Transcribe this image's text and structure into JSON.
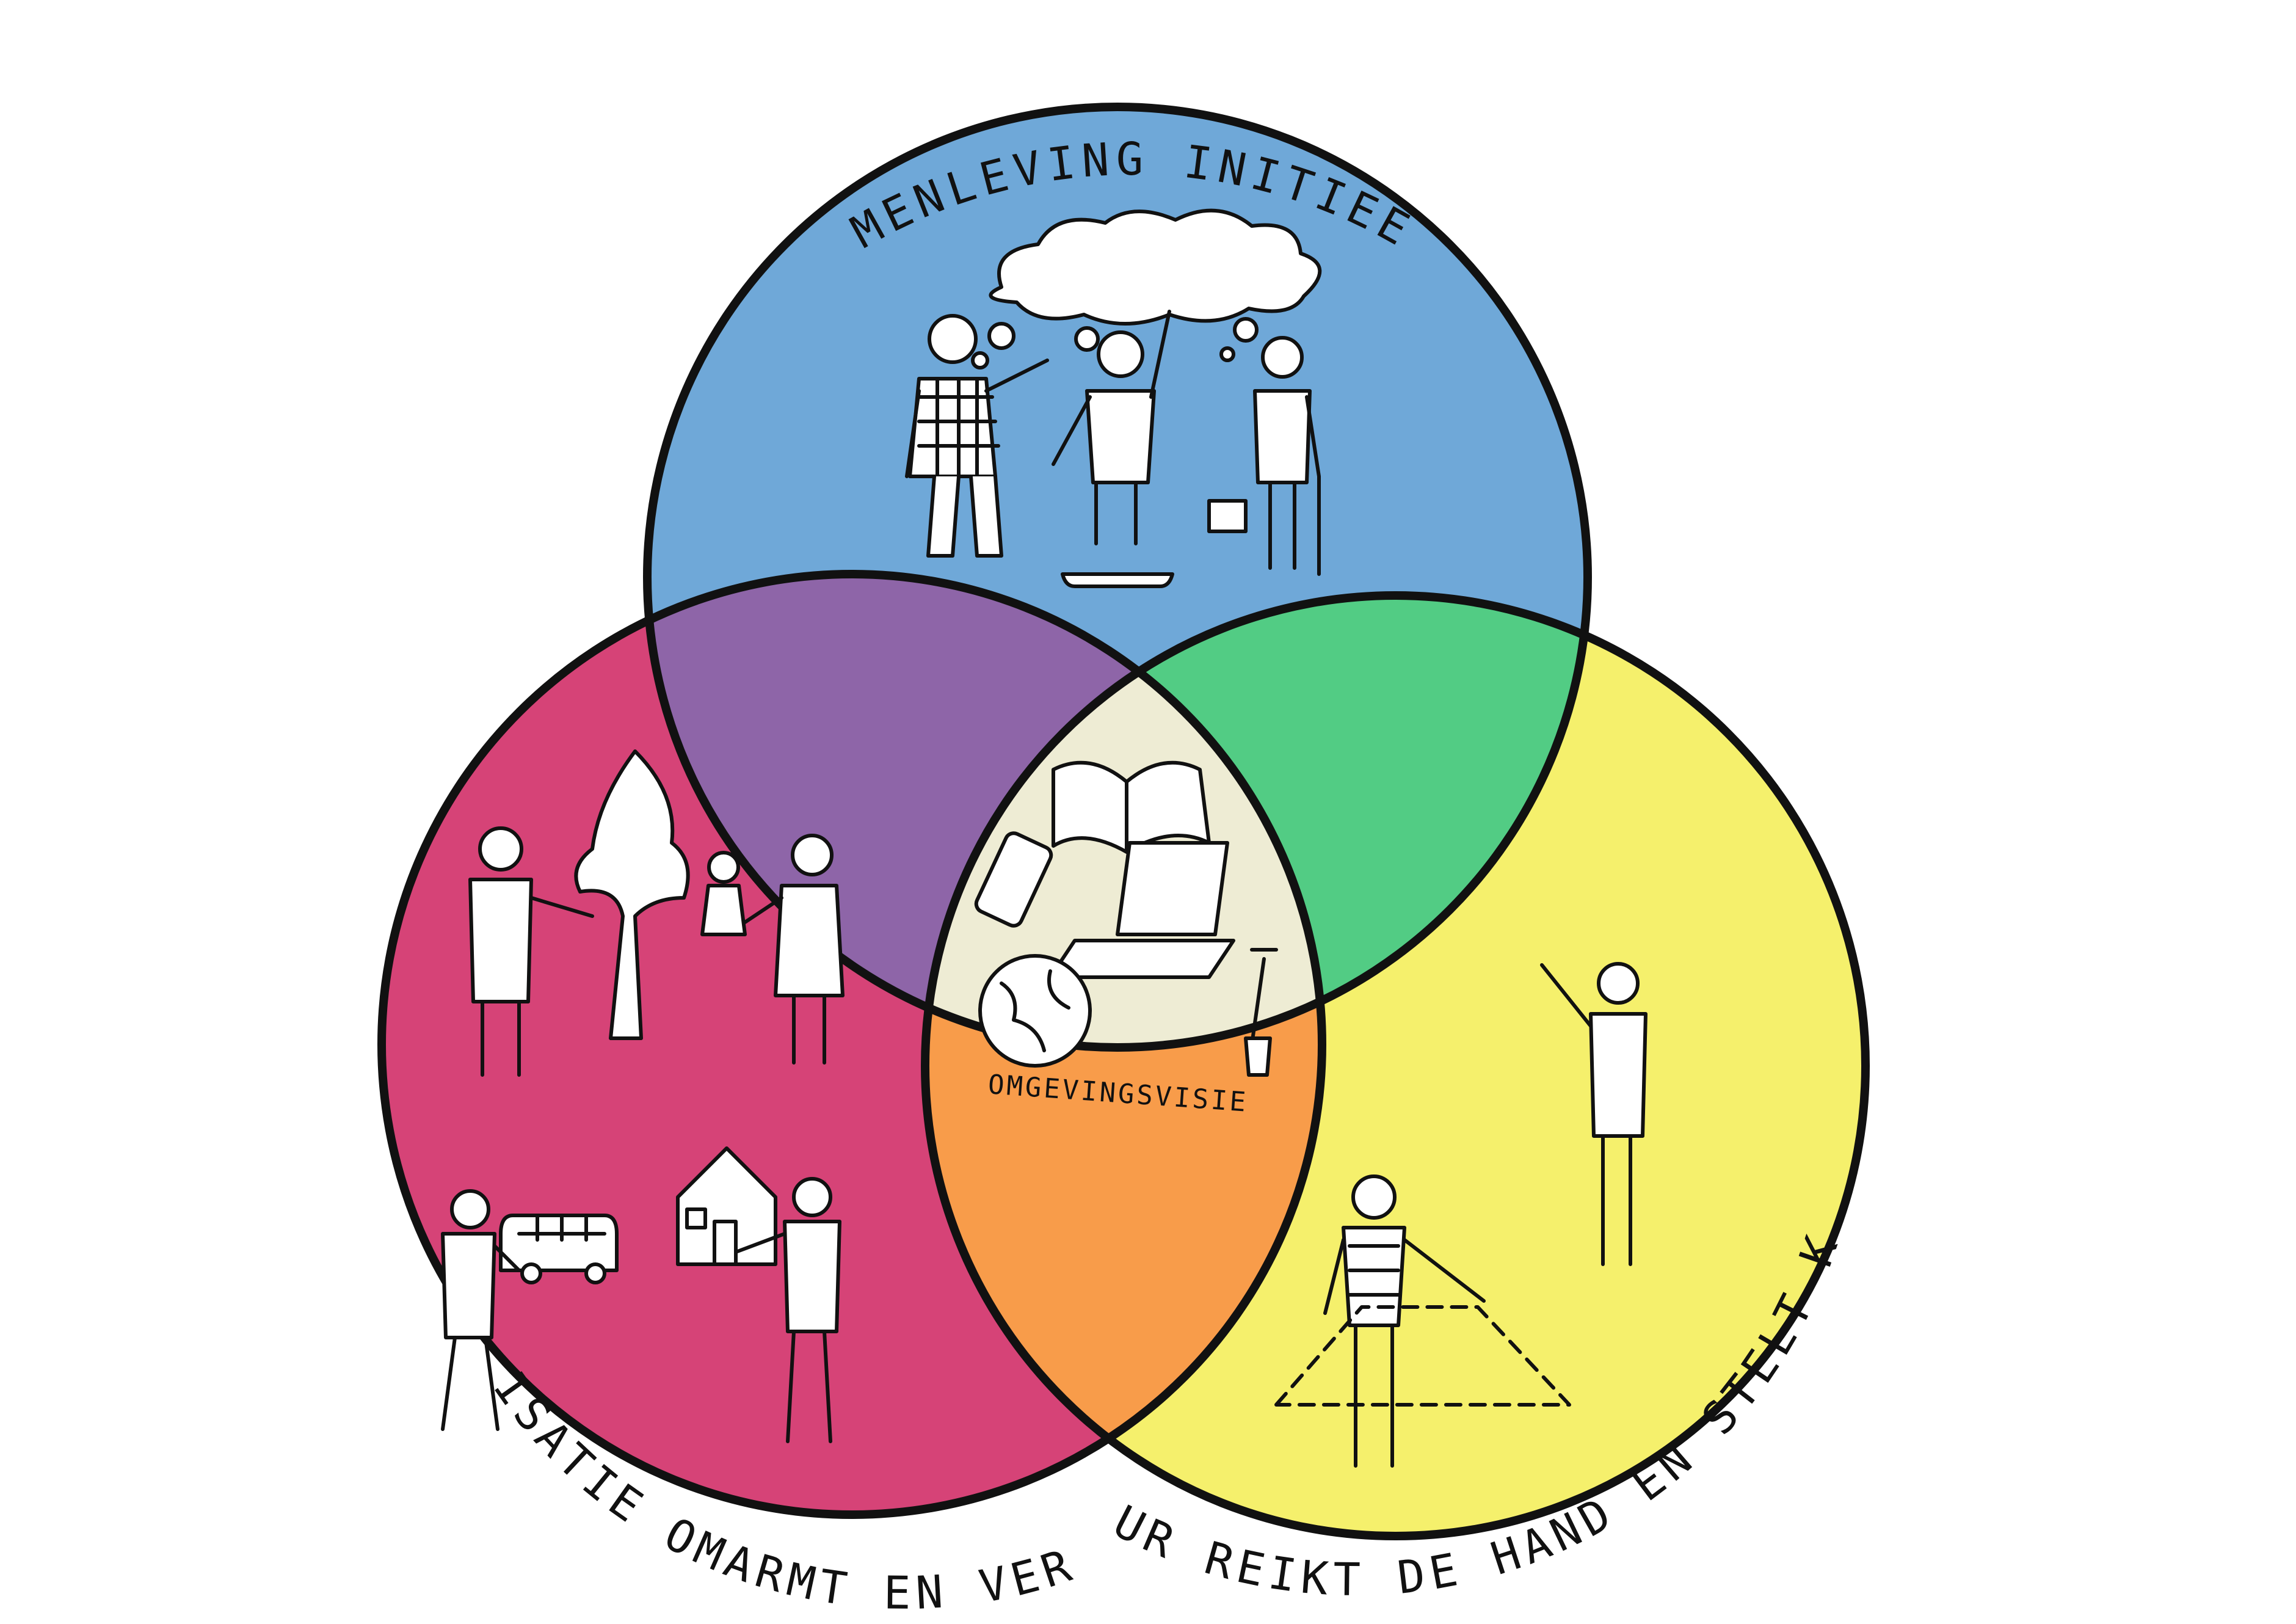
{
  "diagram": {
    "labels": {
      "top": "SAMENLEVING INITIEERT",
      "left": "ORGANISATIE OMARMT EN VERBINDT",
      "right": "BESTUUR REIKT DE HAND EN STELT KADERS",
      "center": "OMGEVINGSVISIE"
    },
    "colors": {
      "blue_circle": "#6fa8d8",
      "red_circle": "#d64377",
      "yellow_circle": "#f5f06c",
      "purple_overlap": "#8e65a8",
      "green_overlap": "#52cc84",
      "orange_overlap": "#f89c4a",
      "center_overlap": "#eeecd4",
      "outline": "#111111"
    },
    "icons": [
      "cloud-thought-icon",
      "farmer-figure-icon",
      "skateboarder-figure-icon",
      "elderly-walker-figure-icon",
      "chef-figure-icon",
      "tree-icon",
      "parent-child-figure-icon",
      "van-icon",
      "house-icon",
      "pointing-man-figure-icon",
      "standing-woman-figure-icon",
      "book-icon",
      "phone-icon",
      "laptop-icon",
      "globe-icon",
      "shovel-icon"
    ]
  }
}
